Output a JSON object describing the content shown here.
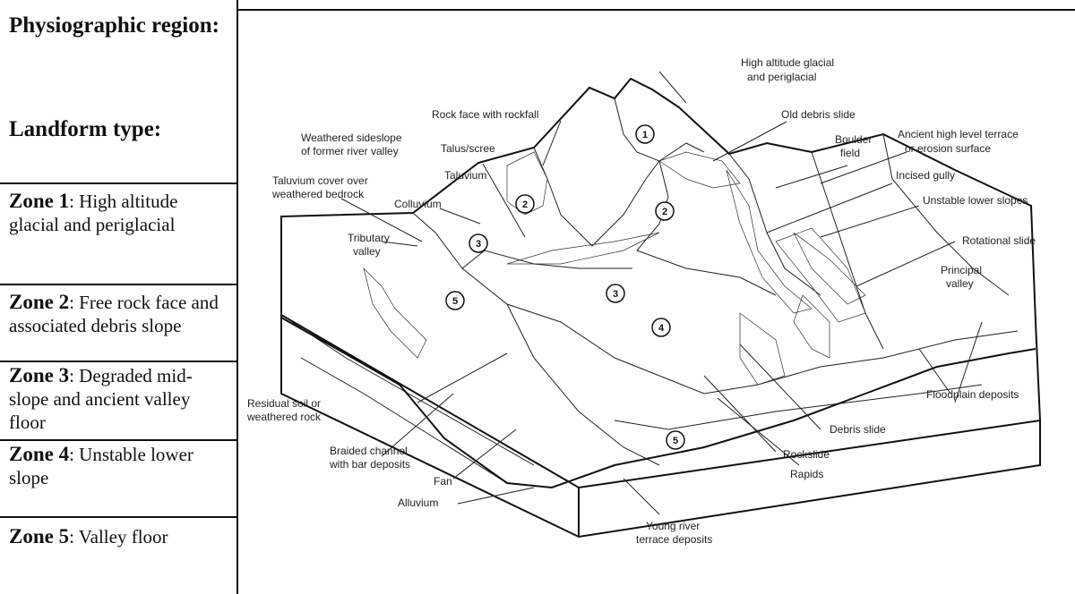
{
  "table": {
    "region_label": "Physiographic region:",
    "landform_label": "Landform type:",
    "zones": [
      {
        "title": "Zone 1",
        "desc": ": High altitude glacial and periglacial"
      },
      {
        "title": "Zone 2",
        "desc": ": Free rock face and associated debris slope"
      },
      {
        "title": "Zone 3",
        "desc": ": Degraded mid-slope and ancient valley floor"
      },
      {
        "title": "Zone 4",
        "desc": ": Unstable lower slope"
      },
      {
        "title": "Zone 5",
        "desc": ": Valley floor"
      }
    ]
  },
  "diagram": {
    "labels": {
      "high_alt_1": "High altitude glacial",
      "high_alt_2": "and periglacial",
      "rock_face": "Rock face with rockfall",
      "old_debris": "Old debris slide",
      "weathered_1": "Weathered sideslope",
      "weathered_2": "of former river valley",
      "talus": "Talus/scree",
      "boulder_1": "Boulder",
      "boulder_2": "field",
      "ancient_1": "Ancient high level terrace",
      "ancient_2": "or erosion surface",
      "taluvium": "Taluvium",
      "incised": "Incised gully",
      "taluvium_cover_1": "Taluvium cover over",
      "taluvium_cover_2": "weathered bedrock",
      "colluvium": "Colluvium",
      "unstable": "Unstable lower slopes",
      "tributary_1": "Tributary",
      "tributary_2": "valley",
      "rotational": "Rotational slide",
      "principal_1": "Principal",
      "principal_2": "valley",
      "floodplain": "Floodplain deposits",
      "residual_1": "Residual soil or",
      "residual_2": "weathered rock",
      "debris_slide": "Debris slide",
      "braided_1": "Braided channel",
      "braided_2": "with bar deposits",
      "rockslide": "Rockslide",
      "rapids": "Rapids",
      "fan": "Fan",
      "alluvium": "Alluvium",
      "young_1": "Young river",
      "young_2": "terrace deposits"
    },
    "zone_markers": [
      "1",
      "2",
      "2",
      "3",
      "3",
      "4",
      "5",
      "5"
    ]
  }
}
